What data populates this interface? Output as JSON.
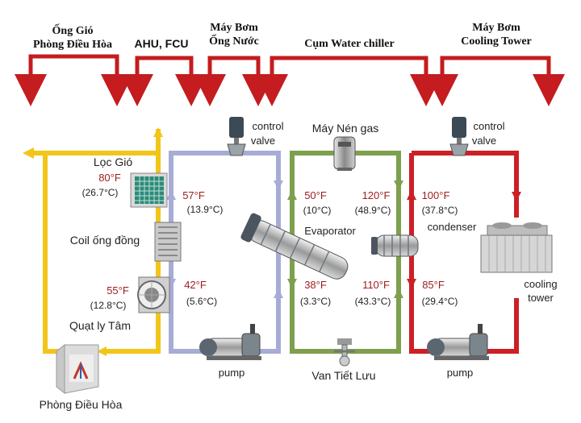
{
  "headers": {
    "air_duct_line1": "Ống Gió",
    "air_duct_line2": "Phòng Điều Hòa",
    "ahu_fcu": "AHU, FCU",
    "water_pump_line1": "Máy Bơm",
    "water_pump_line2": "Ống Nước",
    "chiller_cluster": "Cụm Water chiller",
    "cooling_pump_line1": "Máy Bơm",
    "cooling_pump_line2": "Cooling Tower"
  },
  "labels": {
    "air_filter": "Lọc Gió",
    "copper_coil": "Coil ống đồng",
    "centrifugal_fan": "Quạt ly Tâm",
    "conditioned_room": "Phòng Điều Hòa",
    "control_valve_left_1": "control",
    "control_valve_left_2": "valve",
    "control_valve_right_1": "control",
    "control_valve_right_2": "valve",
    "gas_compressor": "Máy Nén gas",
    "evaporator": "Evaporator",
    "condenser": "condenser",
    "expansion_valve": "Van Tiết Lưu",
    "pump_left": "pump",
    "pump_right": "pump",
    "cooling_tower_1": "cooling",
    "cooling_tower_2": "tower"
  },
  "temperatures": {
    "filter_f": "80°F",
    "filter_c": "(26.7°C)",
    "fan_f": "55°F",
    "fan_c": "(12.8°C)",
    "chw_return_f": "57°F",
    "chw_return_c": "(13.9°C)",
    "chw_supply_f": "42°F",
    "chw_supply_c": "(5.6°C)",
    "ref_evap_in_f": "50°F",
    "ref_evap_in_c": "(10°C)",
    "ref_evap_out_f": "38°F",
    "ref_evap_out_c": "(3.3°C)",
    "ref_comp_out_f": "120°F",
    "ref_comp_out_c": "(48.9°C)",
    "ref_cond_out_f": "110°F",
    "ref_cond_out_c": "(43.3°C)",
    "cw_hot_f": "100°F",
    "cw_hot_c": "(37.8°C)",
    "cw_cold_f": "85°F",
    "cw_cold_c": "(29.4°C)"
  },
  "colors": {
    "loop_air": "#f2c519",
    "loop_chilled_water": "#a7acd6",
    "loop_refrigerant": "#7ea04e",
    "loop_condenser_water": "#cc2026",
    "bracket": "#c41c1f",
    "temp_text": "#9e1c1c"
  },
  "icons": [
    "air-filter-icon",
    "copper-coil-icon",
    "centrifugal-fan-icon",
    "room-icon",
    "control-valve-icon",
    "compressor-icon",
    "evaporator-icon",
    "condenser-icon",
    "pump-icon",
    "expansion-valve-icon",
    "cooling-tower-icon"
  ]
}
